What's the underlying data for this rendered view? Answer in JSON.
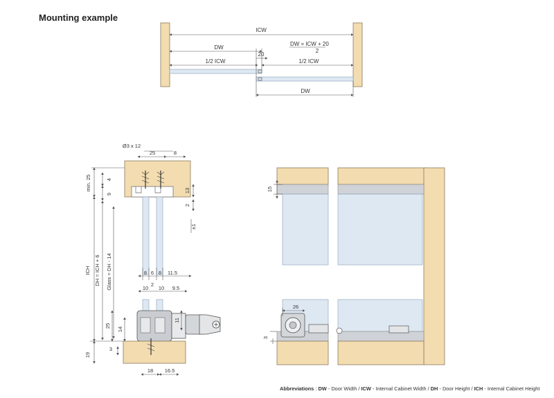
{
  "title": "Mounting example",
  "top_diagram": {
    "icw": "ICW",
    "dw_left": "DW",
    "formula": {
      "lhs": "DW = ",
      "num": "ICW + 20",
      "den": "2"
    },
    "gap": "20",
    "half_left": "1/2 ICW",
    "half_right": "1/2 ICW",
    "dw_right": "DW"
  },
  "section_view": {
    "screw": "Ø3 x 12",
    "top_w1": "25",
    "top_w2": "8",
    "min25": "min. 25",
    "d4": "4",
    "d9": "9",
    "d13": "13",
    "d2": "2",
    "pm1": "±1",
    "ich": "ICH",
    "dh": "DH = ICH + 6",
    "glass": "Glass = DH - 14",
    "b8a": "8",
    "b6": "6",
    "b8b": "8",
    "b11_5": "11.5",
    "b10a": "10",
    "b2": "2",
    "b10b": "10",
    "b9_5": "9.5",
    "d25": "25",
    "d14": "14",
    "d11": "11",
    "d3": "3",
    "d19": "19",
    "d18": "18",
    "d16_5": "16.5"
  },
  "front_view": {
    "d15": "15",
    "d26": "26",
    "d3": "3"
  },
  "abbreviations": {
    "label": "Abbreviations",
    "sep": " : ",
    "items": [
      {
        "key": "DW",
        "text": " - Door Width / "
      },
      {
        "key": "ICW",
        "text": " - Internal Cabinet Width / "
      },
      {
        "key": "DH",
        "text": " - Door Height / "
      },
      {
        "key": "ICH",
        "text": " - Internal Cabinet Height"
      }
    ]
  },
  "colors": {
    "wood": "#f2dcb0",
    "wood_edge": "#8a7a5e",
    "glass": "#dde8f3",
    "rail": "#cfd3d7",
    "dim": "#555555"
  }
}
